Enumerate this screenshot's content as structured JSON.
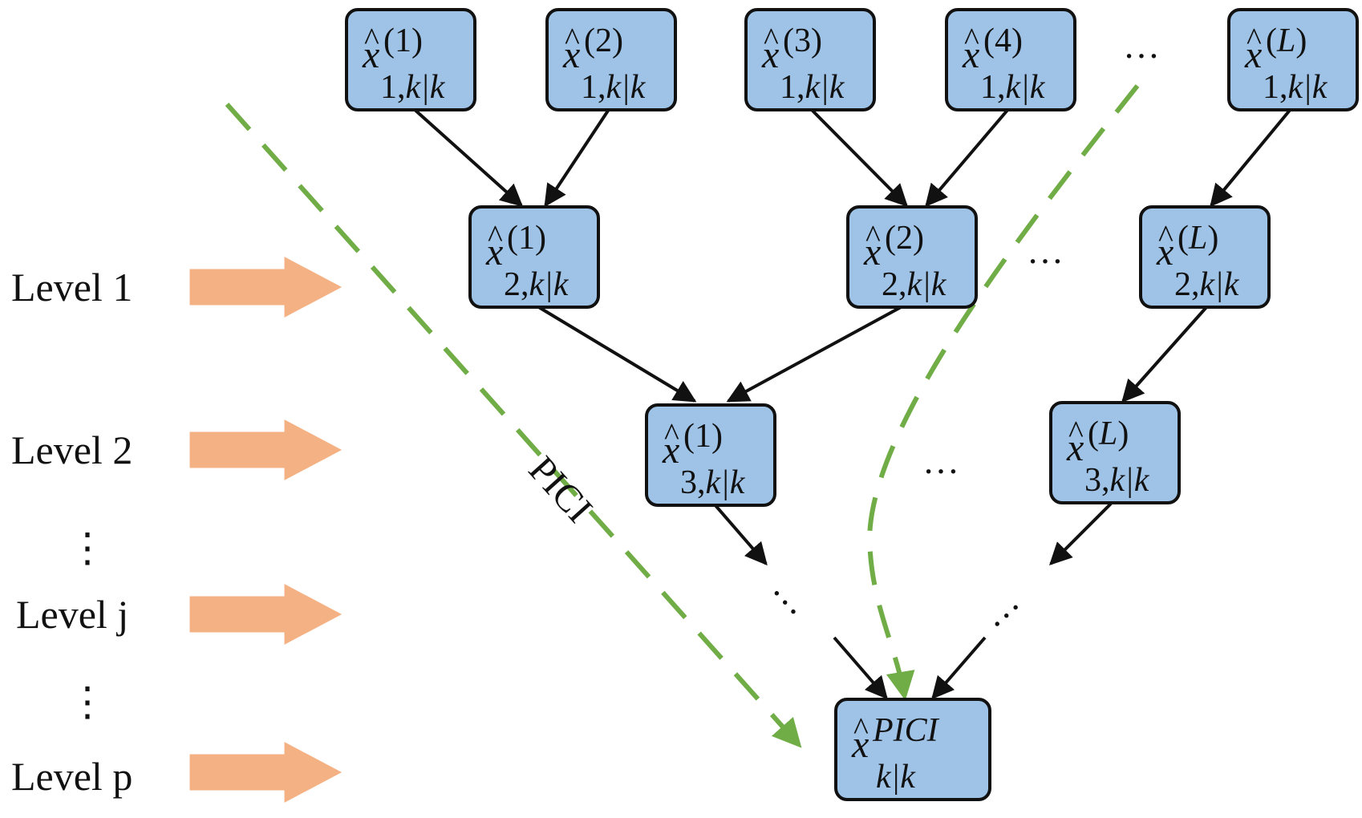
{
  "nodes": [
    {
      "id": "n1-1",
      "base": "x",
      "sup": "(1)",
      "sub": "1,",
      "cond": "k|k"
    },
    {
      "id": "n1-2",
      "base": "x",
      "sup": "(2)",
      "sub": "1,",
      "cond": "k|k"
    },
    {
      "id": "n1-3",
      "base": "x",
      "sup": "(3)",
      "sub": "1,",
      "cond": "k|k"
    },
    {
      "id": "n1-4",
      "base": "x",
      "sup": "(4)",
      "sub": "1,",
      "cond": "k|k"
    },
    {
      "id": "n1-L",
      "base": "x",
      "sup": "(L)",
      "sub": "1,",
      "cond": "k|k"
    },
    {
      "id": "n2-1",
      "base": "x",
      "sup": "(1)",
      "sub": "2,",
      "cond": "k|k"
    },
    {
      "id": "n2-2",
      "base": "x",
      "sup": "(2)",
      "sub": "2,",
      "cond": "k|k"
    },
    {
      "id": "n2-L",
      "base": "x",
      "sup": "(L)",
      "sub": "2,",
      "cond": "k|k"
    },
    {
      "id": "n3-1",
      "base": "x",
      "sup": "(1)",
      "sub": "3,",
      "cond": "k|k"
    },
    {
      "id": "n3-L",
      "base": "x",
      "sup": "(L)",
      "sub": "3,",
      "cond": "k|k"
    },
    {
      "id": "n-pici",
      "base": "x",
      "sup": "PICI",
      "sub": "",
      "cond": "k|k"
    }
  ],
  "levels": [
    "Level 1",
    "Level 2",
    "⋮",
    "Level j",
    "⋮",
    "Level p"
  ],
  "pici_label": "PICI",
  "ellipsis": "…",
  "colors": {
    "node_fill": "#9fc3e7",
    "dashed_arrow": "#70ad47",
    "level_arrow": "#f4b183",
    "edge": "#111111"
  }
}
